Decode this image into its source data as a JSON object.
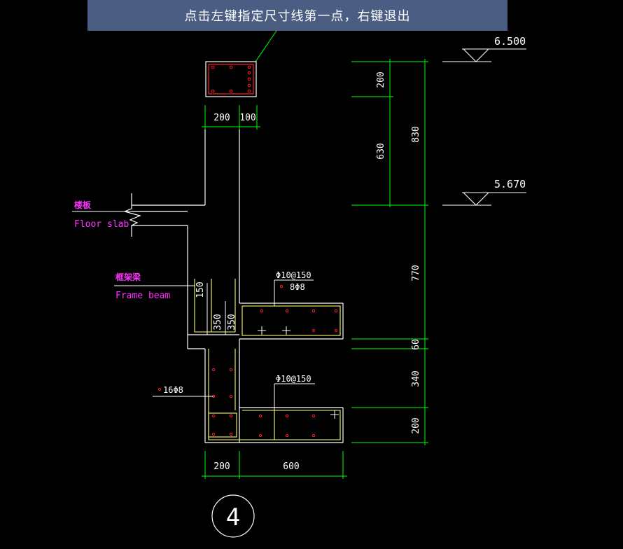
{
  "prompt": {
    "text": "点击左键指定尺寸线第一点，右键退出",
    "bg_color": "#4b5d82"
  },
  "colors": {
    "background": "#000000",
    "outline": "#ffffff",
    "dimension": "#00ff00",
    "rebar": "#ff2020",
    "stirrup": "#ffff66",
    "label": "#ff33ff"
  },
  "elevations": {
    "top": "6.500",
    "mid": "5.670"
  },
  "dims_right": {
    "d200": "200",
    "d630": "630",
    "d830": "830",
    "d770": "770",
    "d60": "60",
    "d340": "340",
    "d200b": "200"
  },
  "dims_top": {
    "w200": "200",
    "w100": "100"
  },
  "dims_bottom": {
    "w200": "200",
    "w600": "600"
  },
  "dims_inner": {
    "h150": "150",
    "h350a": "350",
    "h350b": "350"
  },
  "labels": {
    "floor_slab_cn": "楼板",
    "floor_slab_en": "Floor slab",
    "frame_beam_cn": "框架梁",
    "frame_beam_en": "Frame beam",
    "rebar_upper_stirrup": "Φ10@150",
    "rebar_upper_main": "8Φ8",
    "rebar_lower_stirrup": "Φ10@150",
    "rebar_column_main": "16Φ8"
  },
  "detail_number": "4"
}
